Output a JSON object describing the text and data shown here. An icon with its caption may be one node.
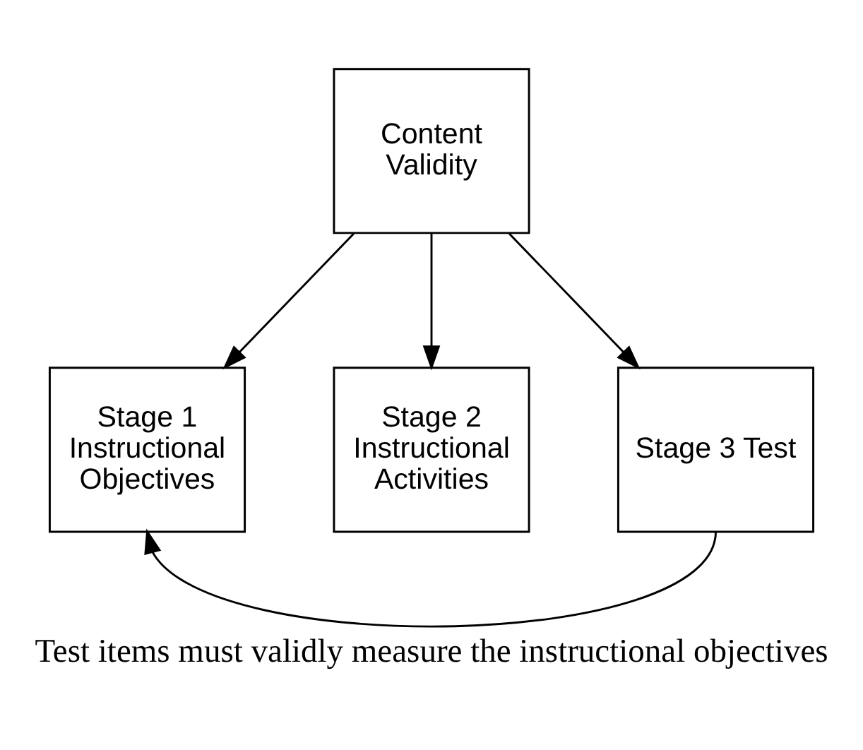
{
  "diagram": {
    "caption": "Test items must validly measure the instructional objectives",
    "nodes": [
      {
        "text": [
          "Content Validity"
        ]
      },
      {
        "text": [
          "Stage 1 Instructional Objectives"
        ]
      },
      {
        "text": [
          "Stage 2 Instructional Activities"
        ]
      },
      {
        "text": [
          "Stage 3 Test"
        ]
      }
    ],
    "edges": [
      {
        "from": 0,
        "to": 1,
        "arrow": "to"
      },
      {
        "from": 0,
        "to": 2,
        "arrow": "to"
      },
      {
        "from": 0,
        "to": 3,
        "arrow": "to"
      },
      {
        "from": 3,
        "to": 1,
        "arrow": "to"
      }
    ]
  }
}
